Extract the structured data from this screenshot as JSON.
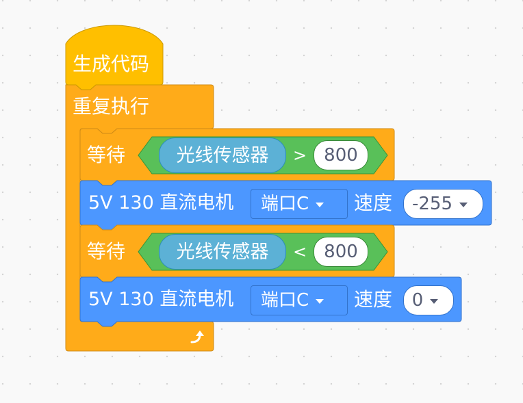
{
  "hat": {
    "label": "生成代码"
  },
  "loop": {
    "label": "重复执行",
    "arrow_icon": "loop-arrow-icon"
  },
  "blocks": [
    {
      "type": "wait",
      "label": "等待",
      "sensor": "光线传感器",
      "operator": ">",
      "value": "800"
    },
    {
      "type": "motor",
      "label": "5V 130 直流电机",
      "port": "端口C",
      "speed_label": "速度",
      "speed": "-255"
    },
    {
      "type": "wait",
      "label": "等待",
      "sensor": "光线传感器",
      "operator": "<",
      "value": "800"
    },
    {
      "type": "motor",
      "label": "5V 130 直流电机",
      "port": "端口C",
      "speed_label": "速度",
      "speed": "0"
    }
  ],
  "colors": {
    "events": "#ffbf00",
    "control": "#ffab19",
    "motion": "#4c97ff",
    "operators": "#59c059",
    "sensing": "#5cb1d6"
  }
}
